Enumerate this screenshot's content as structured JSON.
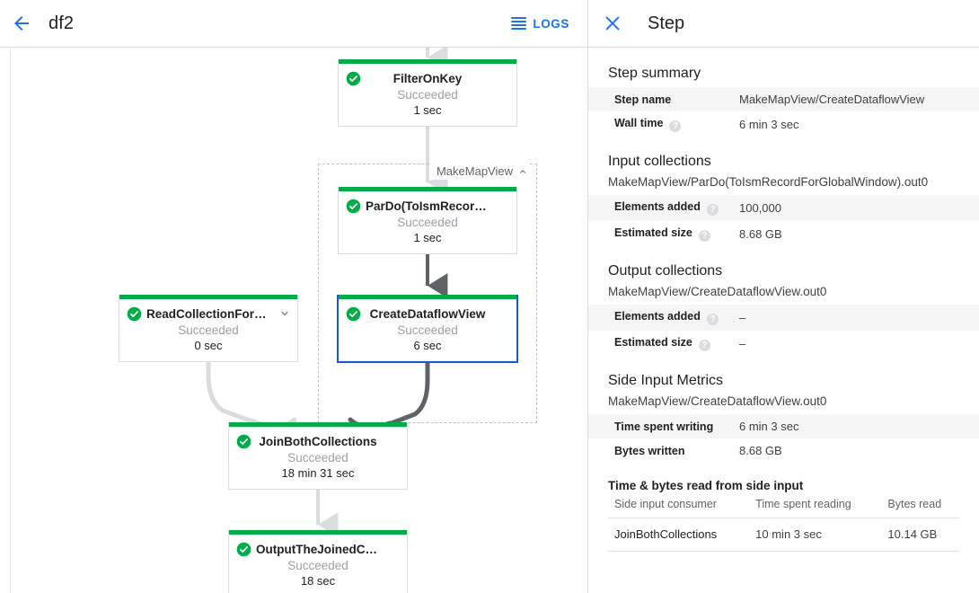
{
  "header": {
    "back_icon": "arrow-back-icon",
    "job_title": "df2",
    "logs_icon": "list-icon",
    "logs_label": "LOGS"
  },
  "graph": {
    "composite": {
      "label": "MakeMapView",
      "collapse_icon": "chevron-up-icon"
    },
    "nodes": [
      {
        "id": "filter-on-key",
        "title": "FilterOnKey",
        "status": "Succeeded",
        "time": "1 sec",
        "status_icon": "check-circle-icon",
        "selected": false,
        "chevron": null
      },
      {
        "id": "pardo-toismrecordfor",
        "title": "ParDo(ToIsmRecordFor…",
        "status": "Succeeded",
        "time": "1 sec",
        "status_icon": "check-circle-icon",
        "selected": false,
        "chevron": null
      },
      {
        "id": "create-dataflow-view",
        "title": "CreateDataflowView",
        "status": "Succeeded",
        "time": "6 sec",
        "status_icon": "check-circle-icon",
        "selected": true,
        "chevron": null
      },
      {
        "id": "read-collection-for-join",
        "title": "ReadCollectionForJoin",
        "status": "Succeeded",
        "time": "0 sec",
        "status_icon": "check-circle-icon",
        "selected": false,
        "chevron": "chevron-down-icon"
      },
      {
        "id": "join-both-collections",
        "title": "JoinBothCollections",
        "status": "Succeeded",
        "time": "18 min 31 sec",
        "status_icon": "check-circle-icon",
        "selected": false,
        "chevron": null
      },
      {
        "id": "output-the-joined-collec",
        "title": "OutputTheJoinedCollec…",
        "status": "Succeeded",
        "time": "18 sec",
        "status_icon": "check-circle-icon",
        "selected": false,
        "chevron": null
      }
    ],
    "colors": {
      "success_accent": "#00ac47",
      "selected_border": "#1a56d6",
      "edge_light": "#dadce0",
      "edge_dark": "#5f6368"
    }
  },
  "panel": {
    "close_icon": "close-icon",
    "title": "Step",
    "step_summary": {
      "heading": "Step summary",
      "rows": [
        {
          "key": "Step name",
          "value": "MakeMapView/CreateDataflowView",
          "help": false
        },
        {
          "key": "Wall time",
          "value": "6 min 3 sec",
          "help": true
        }
      ]
    },
    "input_collections": {
      "heading": "Input collections",
      "collection": "MakeMapView/ParDo(ToIsmRecordForGlobalWindow).out0",
      "rows": [
        {
          "key": "Elements added",
          "value": "100,000",
          "help": true
        },
        {
          "key": "Estimated size",
          "value": "8.68 GB",
          "help": true
        }
      ]
    },
    "output_collections": {
      "heading": "Output collections",
      "collection": "MakeMapView/CreateDataflowView.out0",
      "rows": [
        {
          "key": "Elements added",
          "value": "–",
          "help": true
        },
        {
          "key": "Estimated size",
          "value": "–",
          "help": true
        }
      ]
    },
    "side_input_metrics": {
      "heading": "Side Input Metrics",
      "collection": "MakeMapView/CreateDataflowView.out0",
      "rows": [
        {
          "key": "Time spent writing",
          "value": "6 min 3 sec",
          "help": false
        },
        {
          "key": "Bytes written",
          "value": "8.68 GB",
          "help": false
        }
      ]
    },
    "side_input_reads": {
      "heading": "Time & bytes read from side input",
      "columns": [
        "Side input consumer",
        "Time spent reading",
        "Bytes read"
      ],
      "rows": [
        [
          "JoinBothCollections",
          "10 min 3 sec",
          "10.14 GB"
        ]
      ]
    },
    "help_glyph": "?"
  }
}
